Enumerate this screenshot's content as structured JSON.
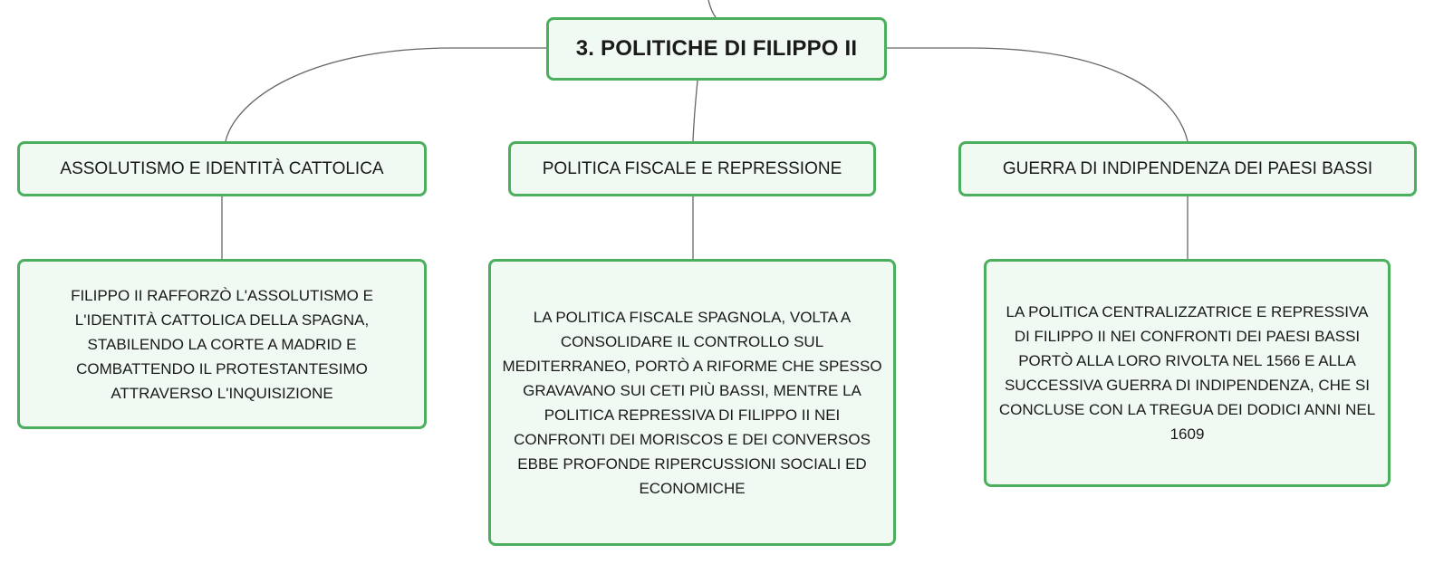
{
  "root": {
    "title": "3. POLITICHE DI FILIPPO II"
  },
  "branches": [
    {
      "title": "ASSOLUTISMO E IDENTITÀ CATTOLICA",
      "detail": "FILIPPO II RAFFORZÒ L'ASSOLUTISMO E L'IDENTITÀ CATTOLICA DELLA SPAGNA, STABILENDO LA CORTE A MADRID E COMBATTENDO IL PROTESTANTESIMO ATTRAVERSO L'INQUISIZIONE"
    },
    {
      "title": "POLITICA FISCALE E REPRESSIONE",
      "detail": "LA POLITICA FISCALE SPAGNOLA, VOLTA A CONSOLIDARE IL CONTROLLO SUL MEDITERRANEO, PORTÒ A RIFORME CHE SPESSO GRAVAVANO SUI CETI PIÙ BASSI, MENTRE LA POLITICA REPRESSIVA DI FILIPPO II NEI CONFRONTI DEI MORISCOS E DEI CONVERSOS EBBE PROFONDE RIPERCUSSIONI SOCIALI ED ECONOMICHE"
    },
    {
      "title": "GUERRA DI INDIPENDENZA DEI PAESI BASSI",
      "detail": "LA POLITICA CENTRALIZZATRICE E REPRESSIVA DI FILIPPO II NEI CONFRONTI DEI PAESI BASSI PORTÒ ALLA LORO RIVOLTA NEL 1566 E ALLA SUCCESSIVA GUERRA DI INDIPENDENZA, CHE SI CONCLUSE CON LA TREGUA DEI DODICI ANNI NEL 1609"
    }
  ],
  "colors": {
    "node_border": "#4caf5e",
    "node_fill": "#f1f9f3",
    "connector": "#666666"
  }
}
